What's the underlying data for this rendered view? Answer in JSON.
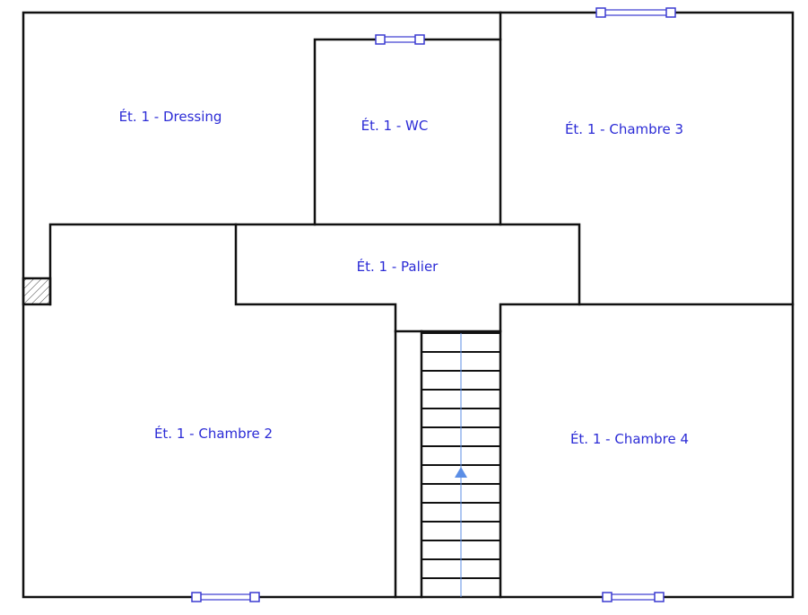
{
  "plan": {
    "rooms": [
      {
        "id": "dressing",
        "label": "Ét. 1 - Dressing"
      },
      {
        "id": "wc",
        "label": "Ét. 1 - WC"
      },
      {
        "id": "chambre3",
        "label": "Ét. 1 - Chambre 3"
      },
      {
        "id": "palier",
        "label": "Ét. 1 - Palier"
      },
      {
        "id": "chambre2",
        "label": "Ét. 1 - Chambre 2"
      },
      {
        "id": "chambre4",
        "label": "Ét. 1 - Chambre 4"
      }
    ],
    "stair_treads": 14,
    "stair_direction": "up"
  },
  "colors": {
    "label": "#2b2bd6",
    "window": "#3a3ad0",
    "stair_arrow": "#5b8ee6",
    "wall": "#111111"
  }
}
